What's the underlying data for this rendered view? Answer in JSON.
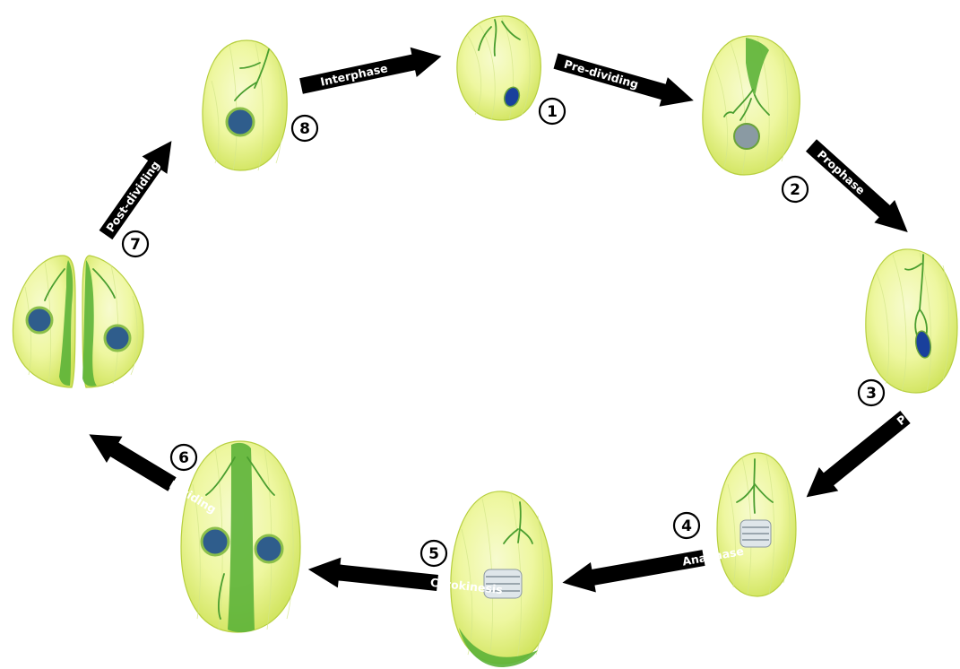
{
  "diagram": {
    "steps": [
      {
        "number": "1",
        "stage": "Interphase"
      },
      {
        "number": "2",
        "stage": "Pre-dividing"
      },
      {
        "number": "3",
        "stage": "Prophase"
      },
      {
        "number": "4",
        "stage": "Prometaphase"
      },
      {
        "number": "5",
        "stage": "Anaphase"
      },
      {
        "number": "6",
        "stage": "Cytokinesis"
      },
      {
        "number": "7",
        "stage": "Dividing"
      },
      {
        "number": "8",
        "stage": "Post-dividing"
      }
    ],
    "arrows": [
      {
        "label": "Interphase"
      },
      {
        "label": "Pre-dividing"
      },
      {
        "label": "Prophase"
      },
      {
        "label": "Prometaphase"
      },
      {
        "label": "Anaphase"
      },
      {
        "label": "Cytokinesis"
      },
      {
        "label": "Dividing"
      },
      {
        "label": "Post-dividing"
      }
    ],
    "colors": {
      "cell_light": "#f3f9b0",
      "cell_mid": "#dcee6e",
      "cell_edge": "#b7cf3f",
      "fiber_green": "#4a9e2f",
      "nucleus_blue": "#2f5d8c",
      "arrow": "#000000"
    }
  }
}
